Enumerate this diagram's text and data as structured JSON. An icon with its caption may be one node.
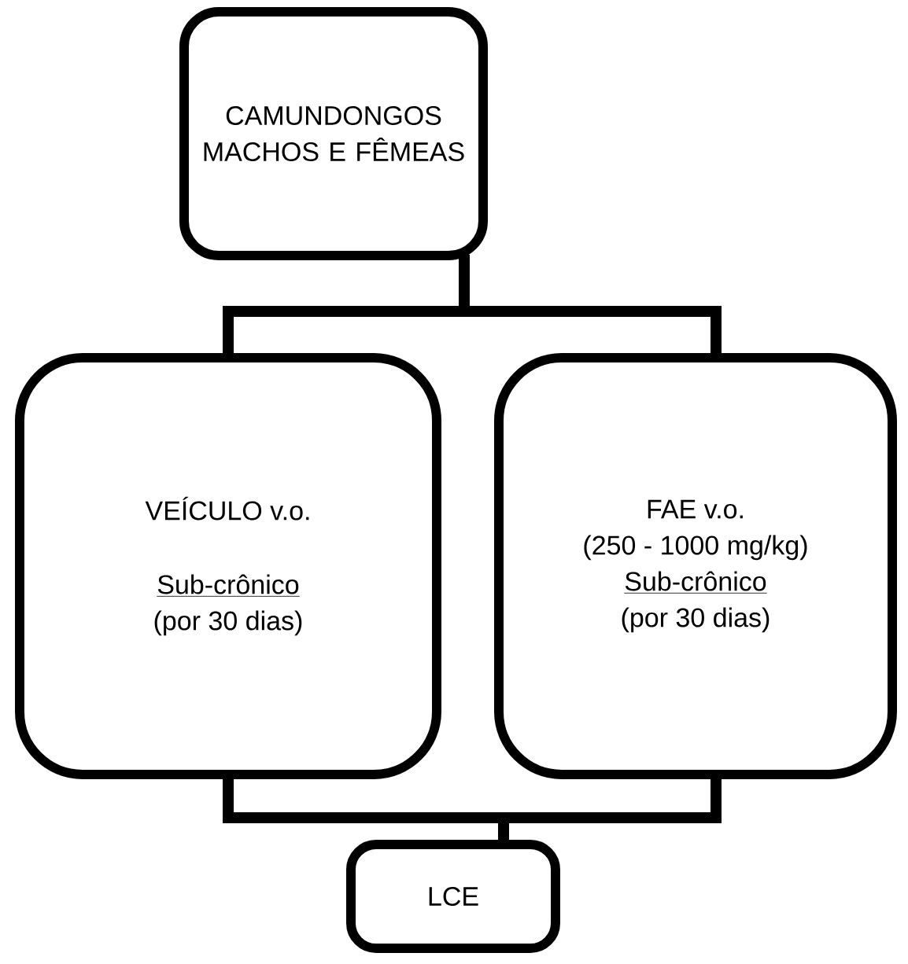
{
  "diagram": {
    "nodes": [
      {
        "text": [
          "CAMUNDONGOS MACHOS E FÊMEAS"
        ]
      },
      {
        "text": [
          "VEÍCULO v.o.",
          "Sub-crônico",
          "(por 30 dias)"
        ]
      },
      {
        "text": [
          "FAE v.o.",
          "(250 - 1000 mg/kg)",
          "Sub-crônico",
          "(por 30 dias)"
        ]
      },
      {
        "text": [
          "LCE"
        ]
      }
    ],
    "edges": [
      {
        "from": 0,
        "to": 1,
        "arrow": "none"
      },
      {
        "from": 0,
        "to": 2,
        "arrow": "none"
      },
      {
        "from": 1,
        "to": 3,
        "arrow": "none"
      },
      {
        "from": 2,
        "to": 3,
        "arrow": "none"
      }
    ]
  }
}
